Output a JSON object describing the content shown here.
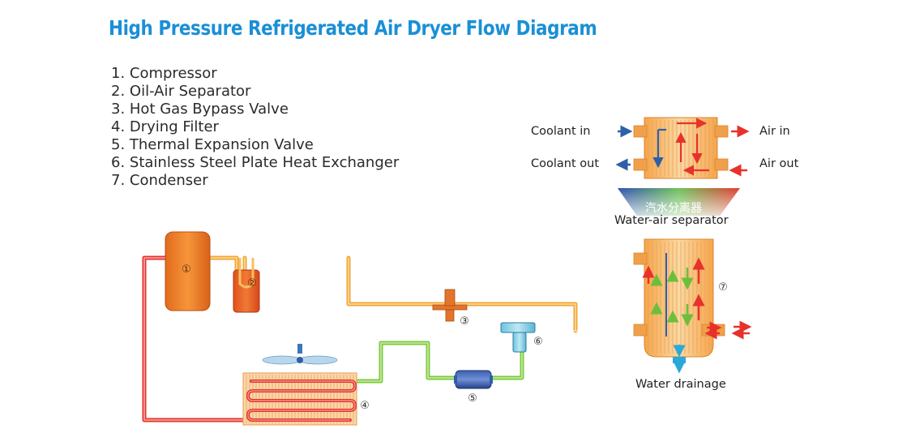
{
  "title": "High Pressure Refrigerated Air Dryer Flow Diagram",
  "legend": [
    "1. Compressor",
    "2. Oil-Air Separator",
    "3. Hot Gas Bypass Valve",
    "4. Drying Filter",
    "5. Thermal Expansion Valve",
    "6. Stainless Steel Plate Heat Exchanger",
    "7. Condenser"
  ],
  "markers": [
    "①",
    "②",
    "③",
    "④",
    "⑤",
    "⑥",
    "⑦"
  ],
  "labels": {
    "coolant_in": "Coolant in",
    "coolant_out": "Coolant out",
    "air_in": "Air in",
    "air_out": "Air out",
    "separator_cn": "汽水分离器",
    "separator_en": "Water-air separator",
    "water_drainage": "Water drainage"
  },
  "colors": {
    "title": "#1a8fd6",
    "hot_line": "#e8312b",
    "warm_line": "#f2a630",
    "cool_line": "#7ccb3a",
    "cold_line": "#2f5fa8",
    "vessel": "#f08a2c"
  }
}
